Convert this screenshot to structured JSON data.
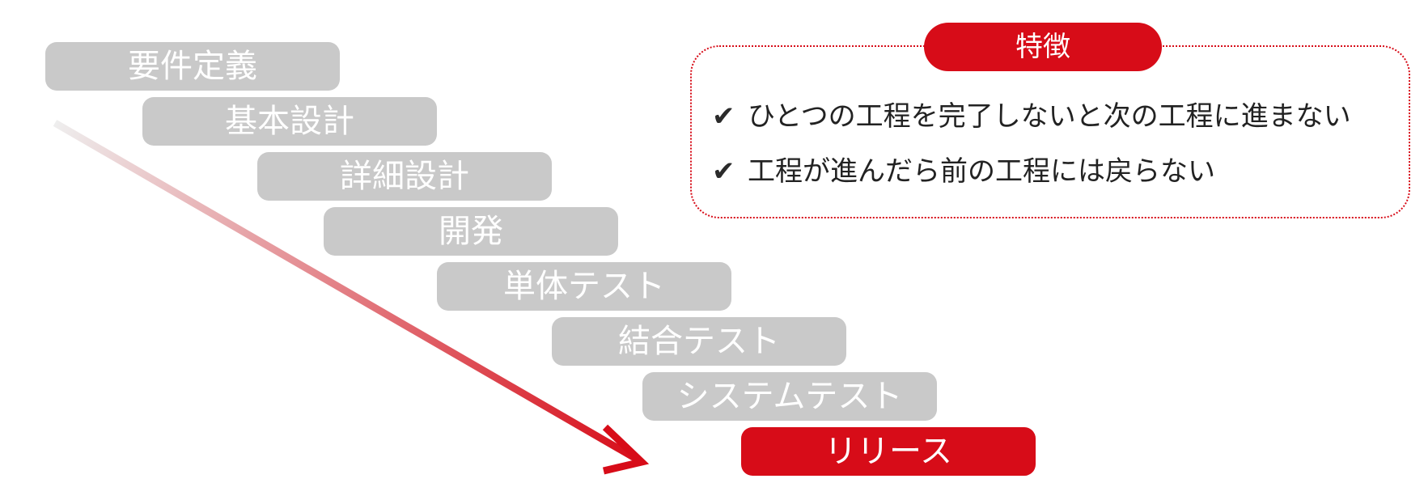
{
  "steps": [
    {
      "label": "要件定義",
      "state": "inactive"
    },
    {
      "label": "基本設計",
      "state": "inactive"
    },
    {
      "label": "詳細設計",
      "state": "inactive"
    },
    {
      "label": "開発",
      "state": "inactive"
    },
    {
      "label": "単体テスト",
      "state": "inactive"
    },
    {
      "label": "結合テスト",
      "state": "inactive"
    },
    {
      "label": "システムテスト",
      "state": "inactive"
    },
    {
      "label": "リリース",
      "state": "active"
    }
  ],
  "features": {
    "badge": "特徴",
    "check_icon": "✔",
    "items": [
      "ひとつの工程を完了しないと次の工程に進まない",
      "工程が進んだら前の工程には戻らない"
    ]
  },
  "colors": {
    "accent": "#d70c18",
    "inactive": "#c9c9c9",
    "text": "#222222"
  }
}
